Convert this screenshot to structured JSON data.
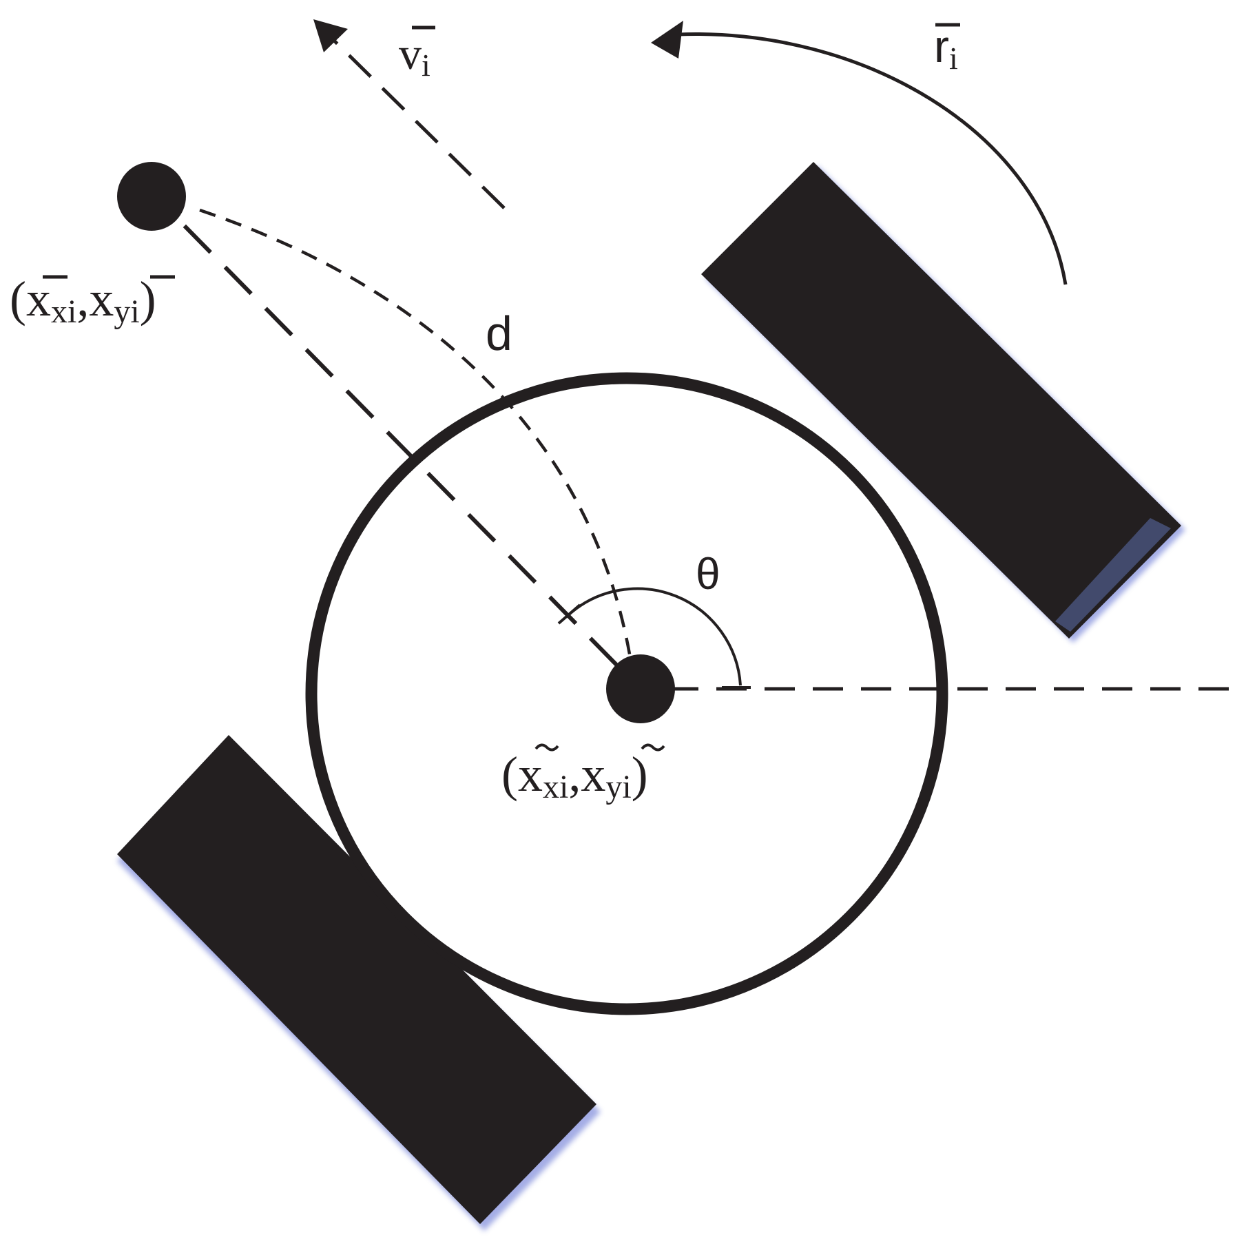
{
  "labels": {
    "velocity": {
      "base": "v",
      "sub": "i"
    },
    "rotation": {
      "base": "r",
      "sub": "i"
    },
    "distance": "d",
    "angle": "θ",
    "target_point": {
      "open": "(",
      "x_base": "x",
      "x_sub": "xi",
      "comma": ",",
      "y_base": "x",
      "y_sub": "yi",
      "close": ")"
    },
    "robot_center": {
      "open": "(",
      "x_base": "x",
      "x_sub": "xi",
      "comma": ",",
      "y_base": "x",
      "y_sub": "yi",
      "close": ")"
    }
  },
  "colors": {
    "ink": "#231f20",
    "wheel_shadow": "#5a6ad0"
  }
}
